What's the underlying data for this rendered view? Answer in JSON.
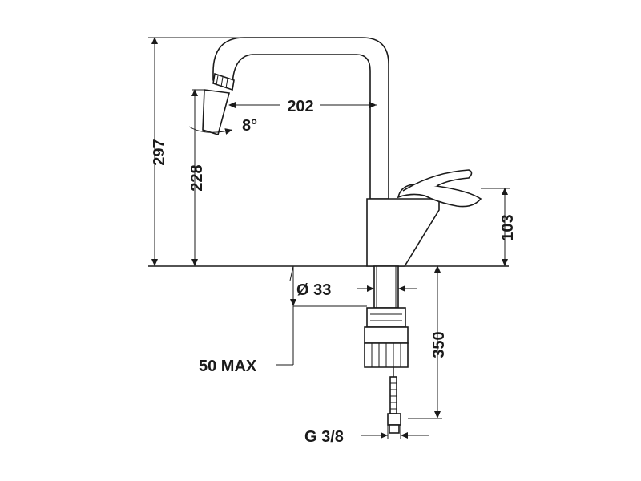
{
  "diagram": {
    "dimensions": {
      "height_total": "297",
      "height_spout": "228",
      "reach": "202",
      "angle": "8°",
      "lever_height": "103",
      "diameter": "Ø 33",
      "thickness_max": "50 MAX",
      "hose_length": "350",
      "thread": "G 3/8"
    },
    "colors": {
      "line": "#1a1a1a",
      "background": "#ffffff"
    }
  }
}
